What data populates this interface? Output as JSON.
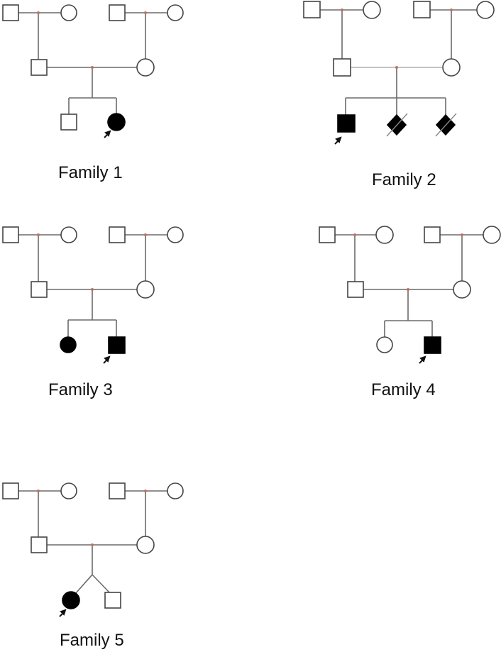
{
  "families": [
    {
      "label": "Family 1"
    },
    {
      "label": "Family 2"
    },
    {
      "label": "Family 3"
    },
    {
      "label": "Family 4"
    },
    {
      "label": "Family 5"
    }
  ],
  "colors": {
    "line": "#6b6b6b",
    "affected": "#000000",
    "node_dot": "#c0715e"
  }
}
